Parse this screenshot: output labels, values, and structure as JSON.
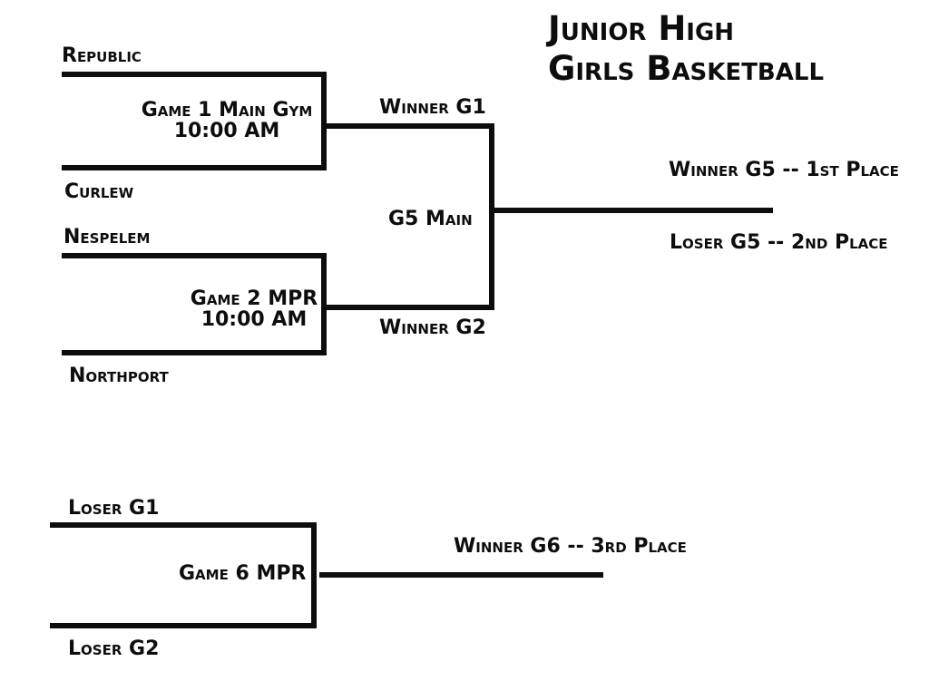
{
  "title": {
    "line1": "Junior High",
    "line2": "Girls Basketball"
  },
  "colors": {
    "ink": "#0d0d0d",
    "background": "#ffffff"
  },
  "championship": {
    "game1": {
      "top_team": "Republic",
      "bottom_team": "Curlew",
      "game_label": "Game 1 Main Gym",
      "game_time": "10:00 AM",
      "winner_label": "Winner G1"
    },
    "game2": {
      "top_team": "Nespelem",
      "bottom_team": "Northport",
      "game_label": "Game 2 MPR",
      "game_time": "10:00 AM",
      "winner_label": "Winner G2"
    },
    "game5": {
      "game_label": "G5 Main",
      "winner_label": "Winner G5 -- 1st Place",
      "loser_label": "Loser G5 -- 2nd Place"
    }
  },
  "consolation": {
    "game6": {
      "top_team": "Loser G1",
      "bottom_team": "Loser G2",
      "game_label": "Game 6 MPR",
      "winner_label": "Winner G6 -- 3rd Place"
    }
  }
}
